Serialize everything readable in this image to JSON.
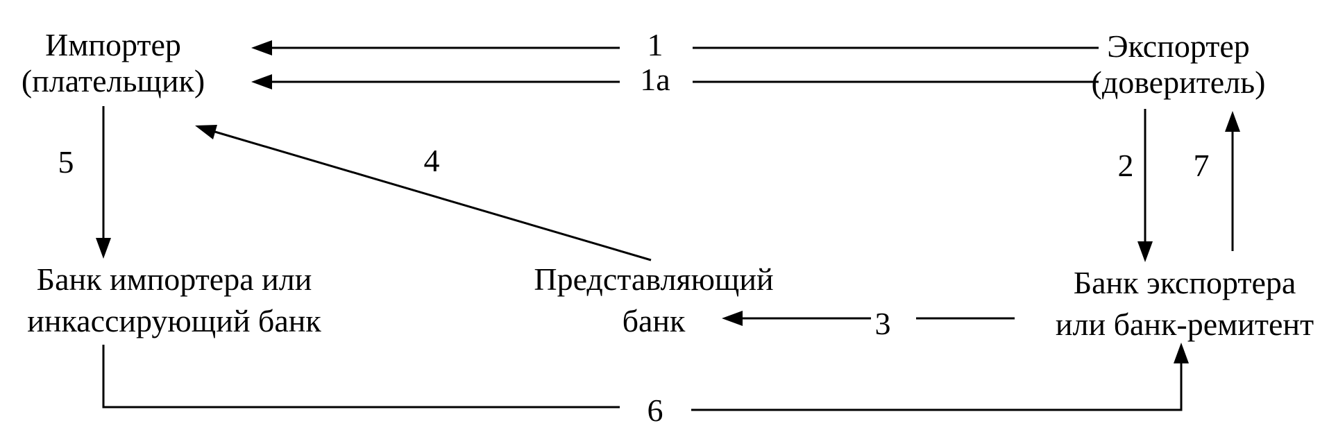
{
  "nodes": {
    "importer": [
      "Импортер",
      "(плательщик)"
    ],
    "exporter": [
      "Экспортер",
      "(доверитель)"
    ],
    "importer_bank": [
      "Банк импортера или",
      "инкассирующий банк"
    ],
    "presenting_bank": [
      "Представляющий",
      "банк"
    ],
    "exporter_bank": [
      "Банк экспортера",
      "или банк-ремитент"
    ]
  },
  "steps": {
    "s1": "1",
    "s1a": "1а",
    "s2": "2",
    "s3": "3",
    "s4": "4",
    "s5": "5",
    "s6": "6",
    "s7": "7"
  }
}
